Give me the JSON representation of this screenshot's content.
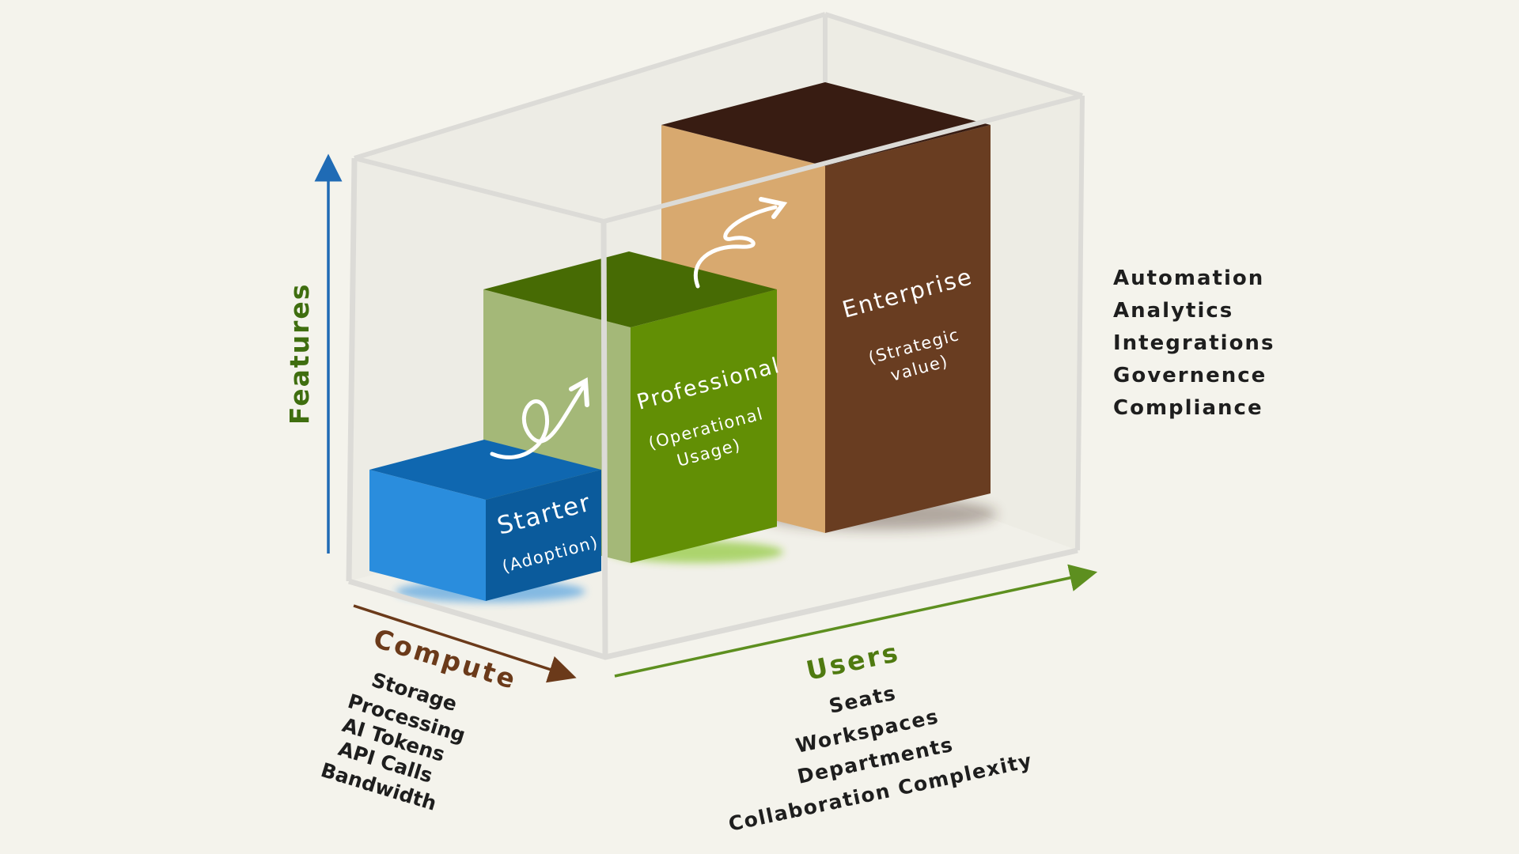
{
  "diagram": {
    "title": "Pricing tier growth cube",
    "axes": {
      "features": {
        "label": "Features",
        "color": "#3f6e0f",
        "arrow_color": "#1f6bb5"
      },
      "compute": {
        "label": "Compute",
        "color": "#6b3a1a",
        "arrow_color": "#6b3a1a",
        "items": [
          "Storage",
          "Processing",
          "AI Tokens",
          "API Calls",
          "Bandwidth"
        ]
      },
      "users": {
        "label": "Users",
        "color": "#4f7a10",
        "arrow_color": "#5d8f1f",
        "items": [
          "Seats",
          "Workspaces",
          "Departments",
          "Collaboration Complexity"
        ]
      }
    },
    "feature_items": [
      "Automation",
      "Analytics",
      "Integrations",
      "Governence",
      "Compliance"
    ],
    "tiers": [
      {
        "name": "Starter",
        "subtitle": "(Adoption)",
        "colors": {
          "top": "#0f67b0",
          "left": "#2a8ddd",
          "right": "#0b5b9c"
        }
      },
      {
        "name": "Professional",
        "subtitle_line1": "(Operational",
        "subtitle_line2": "Usage)",
        "colors": {
          "top": "#476b04",
          "left": "#a4b878",
          "right": "#628f05"
        }
      },
      {
        "name": "Enterprise",
        "subtitle_line1": "(Strategic",
        "subtitle_line2": "value)",
        "colors": {
          "top": "#381c12",
          "left": "#d8a96f",
          "right": "#693d21"
        }
      }
    ],
    "growth_arrows": [
      "starter-to-professional",
      "professional-to-enterprise"
    ]
  }
}
